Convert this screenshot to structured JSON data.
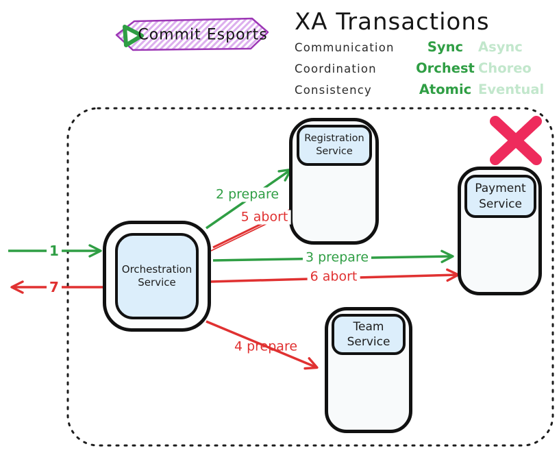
{
  "logo": {
    "text": "Commit Esports",
    "icon": "play-triangle-icon"
  },
  "header": {
    "title": "XA Transactions",
    "legend": [
      {
        "dimension": "Communication",
        "selected": "Sync",
        "alternative": "Async"
      },
      {
        "dimension": "Coordination",
        "selected": "Orchest",
        "alternative": "Choreo"
      },
      {
        "dimension": "Consistency",
        "selected": "Atomic",
        "alternative": "Eventual"
      }
    ]
  },
  "diagram": {
    "nodes": {
      "orchestration": {
        "label": "Orchestration Service"
      },
      "registration": {
        "label": "Registration Service"
      },
      "payment": {
        "label": "Payment Service"
      },
      "team": {
        "label": "Team Service"
      }
    },
    "arrows": {
      "request_in": {
        "label": "1",
        "color": "#2f9e44"
      },
      "prepare_registration": {
        "label": "2 prepare",
        "color": "#2f9e44"
      },
      "prepare_payment": {
        "label": "3 prepare",
        "color": "#2f9e44"
      },
      "prepare_team": {
        "label": "4 prepare",
        "color": "#e03131"
      },
      "abort_registration": {
        "label": "5 abort",
        "color": "#e03131"
      },
      "abort_payment": {
        "label": "6 abort",
        "color": "#e03131"
      },
      "response_out": {
        "label": "7",
        "color": "#e03131"
      }
    },
    "marks": {
      "transaction_failed_icon": "cross-icon",
      "team_service_failed_icon": "failure-x-icon"
    }
  },
  "colors": {
    "green": "#2f9e44",
    "pale_green": "#c2e7cc",
    "red": "#e03131",
    "crimson_x": "#ee2b5c",
    "node_fill": "#dceefb",
    "logo_purple": "#9c36b5"
  }
}
